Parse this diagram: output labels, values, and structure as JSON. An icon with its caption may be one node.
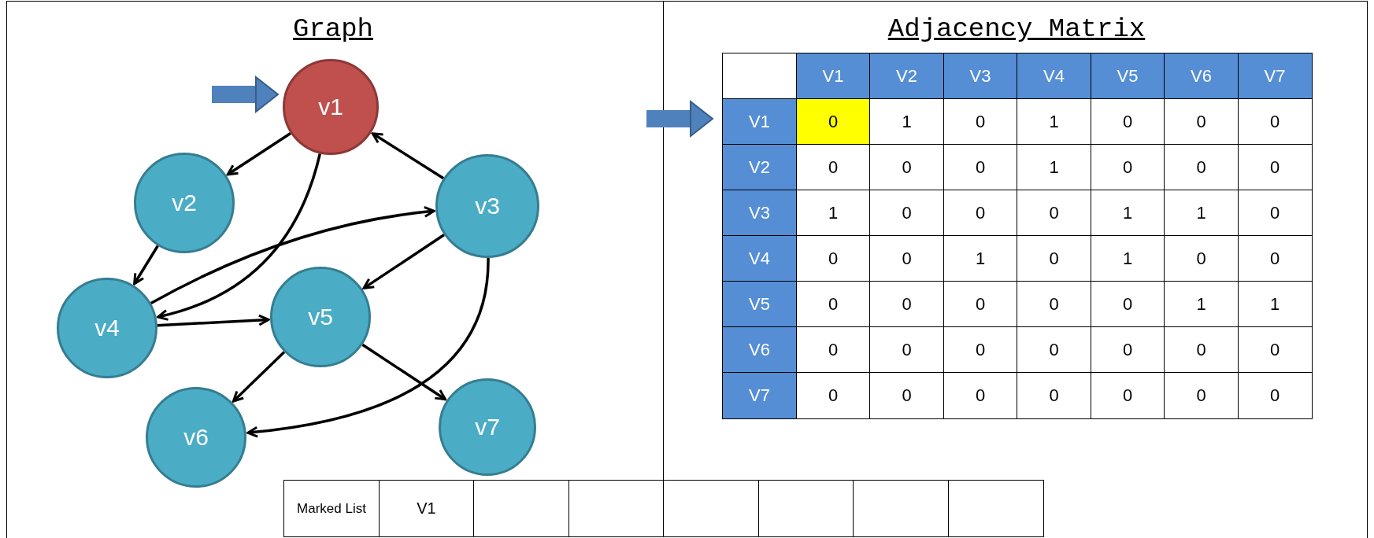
{
  "diagram": {
    "nodes": [
      {
        "text": [
          "v1"
        ]
      },
      {
        "text": [
          "v2"
        ]
      },
      {
        "text": [
          "v3"
        ]
      },
      {
        "text": [
          "v4"
        ]
      },
      {
        "text": [
          "v5"
        ]
      },
      {
        "text": [
          "v6"
        ]
      },
      {
        "text": [
          "v7"
        ]
      }
    ],
    "edges": [
      {
        "from": 0,
        "to": 1,
        "arrow": "to"
      },
      {
        "from": 0,
        "to": 3,
        "arrow": "to"
      },
      {
        "from": 1,
        "to": 3,
        "arrow": "to"
      },
      {
        "from": 2,
        "to": 0,
        "arrow": "to"
      },
      {
        "from": 2,
        "to": 4,
        "arrow": "to"
      },
      {
        "from": 2,
        "to": 5,
        "arrow": "to"
      },
      {
        "from": 3,
        "to": 2,
        "arrow": "to"
      },
      {
        "from": 3,
        "to": 4,
        "arrow": "to"
      },
      {
        "from": 4,
        "to": 5,
        "arrow": "to"
      },
      {
        "from": 4,
        "to": 6,
        "arrow": "to"
      },
      {
        "from": null,
        "to": 0,
        "arrow": "to",
        "style": "thick",
        "color": "#4f81bd"
      }
    ],
    "labels": [
      "Graph",
      "Adjacency Matrix",
      "V1",
      "V2",
      "V3",
      "V4",
      "V5",
      "V6",
      "V7",
      "V1",
      "0",
      "1",
      "0",
      "1",
      "0",
      "0",
      "0",
      "V2",
      "0",
      "0",
      "0",
      "1",
      "0",
      "0",
      "0",
      "V3",
      "1",
      "0",
      "0",
      "0",
      "1",
      "1",
      "0",
      "V4",
      "0",
      "0",
      "1",
      "0",
      "1",
      "0",
      "0",
      "V5",
      "0",
      "0",
      "0",
      "0",
      "0",
      "1",
      "1",
      "V6",
      "0",
      "0",
      "0",
      "0",
      "0",
      "0",
      "0",
      "V7",
      "0",
      "0",
      "0",
      "0",
      "0",
      "0",
      "0",
      "Marked List",
      "V1"
    ]
  }
}
